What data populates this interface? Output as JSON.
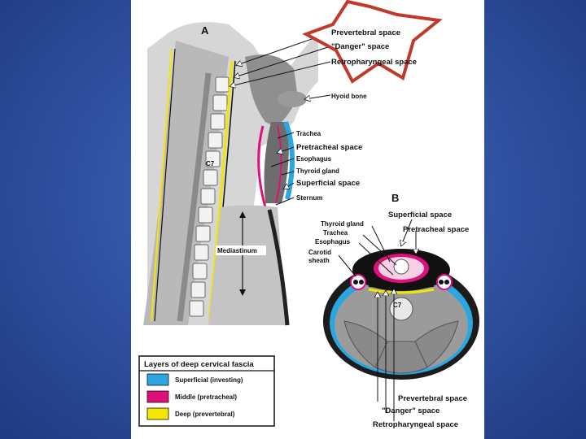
{
  "panels": {
    "a": "A",
    "b": "B"
  },
  "labels_a": {
    "prevertebral": "Prevertebral space",
    "danger": "\"Danger\" space",
    "retropharyngeal_partial": "Retropharyngeal space",
    "hyoid": "Hyoid bone",
    "trachea": "Trachea",
    "pretracheal": "Pretracheal space",
    "esophagus": "Esophagus",
    "thyroid": "Thyroid gland",
    "superficial": "Superficial space",
    "sternum": "Sternum",
    "c7": "C7",
    "mediastinum": "Mediastinum"
  },
  "labels_b": {
    "superficial": "Superficial space",
    "pretracheal": "Pretracheal space",
    "thyroid": "Thyroid gland",
    "trachea": "Trachea",
    "esophagus": "Esophagus",
    "carotid": "Carotid",
    "sheath": "sheath",
    "c7": "C7",
    "prevertebral": "Prevertebral space",
    "danger": "\"Danger\" space",
    "retropharyngeal": "Retropharyngeal space"
  },
  "legend": {
    "title": "Layers of deep cervical fascia",
    "items": [
      {
        "label": "Superficial (investing)",
        "color": "#2aa7e0"
      },
      {
        "label": "Middle (pretracheal)",
        "color": "#e0107a"
      },
      {
        "label": "Deep (prevertebral)",
        "color": "#f4e600"
      }
    ]
  },
  "colors": {
    "star_outline": "#c0392b",
    "background": "#2f4f9f"
  }
}
